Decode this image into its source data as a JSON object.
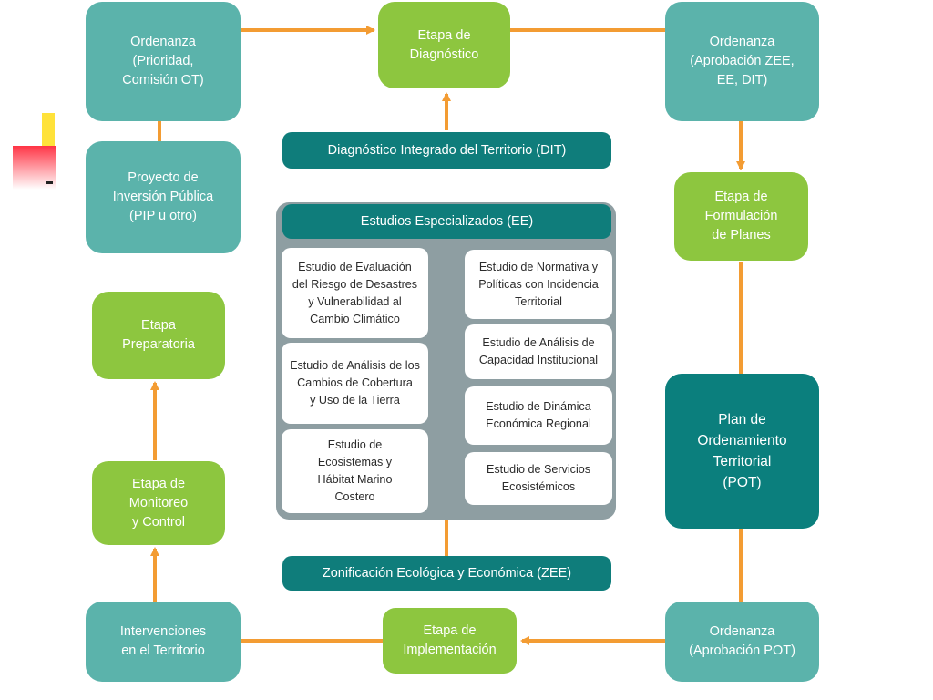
{
  "colors": {
    "teal": "#5bb3ab",
    "green": "#8dc63f",
    "dark_teal": "#0b7f7d",
    "arrow": "#f39c33",
    "panel_gray": "#8e9ea2"
  },
  "nodes": {
    "ordenanza_prioridad": "Ordenanza\n(Prioridad,\nComisión OT)",
    "etapa_diagnostico": "Etapa de\nDiagnóstico",
    "ordenanza_aprobacion_zee": "Ordenanza\n(Aprobación ZEE,\nEE, DIT)",
    "proyecto_inversion": "Proyecto de\nInversión Pública\n(PIP u otro)",
    "etapa_formulacion": "Etapa de\nFormulación\nde Planes",
    "etapa_preparatoria": "Etapa\nPreparatoria",
    "plan_ordenamiento": "Plan de\nOrdenamiento\nTerritorial\n(POT)",
    "etapa_monitoreo": "Etapa de\nMonitoreo\ny Control",
    "intervenciones": "Intervenciones\nen el Territorio",
    "etapa_implementacion": "Etapa de\nImplementación",
    "ordenanza_aprobacion_pot": "Ordenanza\n(Aprobación POT)"
  },
  "bars": {
    "dit": "Diagnóstico Integrado del Territorio (DIT)",
    "ee": "Estudios Especializados (EE)",
    "zee": "Zonificación Ecológica y Económica (ZEE)"
  },
  "studies_left": [
    "Estudio de Evaluación\ndel Riesgo de Desastres\ny Vulnerabilidad al\nCambio Climático",
    "Estudio de Análisis de los\nCambios de Cobertura\ny Uso de la Tierra",
    "Estudio de\nEcosistemas y\nHábitat Marino\nCostero"
  ],
  "studies_right": [
    "Estudio de Normativa y\nPolíticas con Incidencia\nTerritorial",
    "Estudio de Análisis de\nCapacidad Institucional",
    "Estudio de Dinámica\nEconómica Regional",
    "Estudio de Servicios\nEcosistémicos"
  ]
}
